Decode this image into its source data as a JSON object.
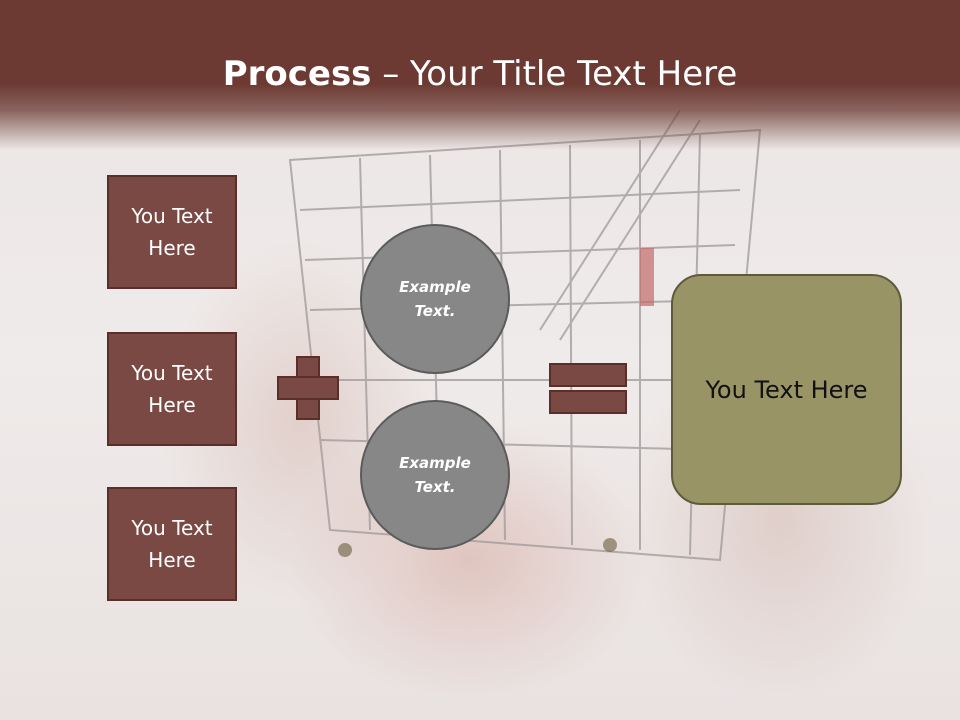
{
  "slide": {
    "title_bold": "Process",
    "title_rest": " – Your Title Text Here",
    "left_boxes": [
      {
        "line1": "You Text",
        "line2": "Here"
      },
      {
        "line1": "You Text",
        "line2": "Here"
      },
      {
        "line1": "You Text",
        "line2": "Here"
      }
    ],
    "circles": [
      {
        "line1": "Example",
        "line2": "Text."
      },
      {
        "line1": "Example",
        "line2": "Text."
      }
    ],
    "result_text": "You Text Here"
  },
  "colors": {
    "header": "#6c3a33",
    "box_fill": "#7a4944",
    "circle_fill": "#878787",
    "result_fill": "#999466"
  },
  "icons": {
    "operator_1": "plus-icon",
    "operator_2": "equals-icon",
    "background": "shopping-cart-in-hands-photo"
  }
}
